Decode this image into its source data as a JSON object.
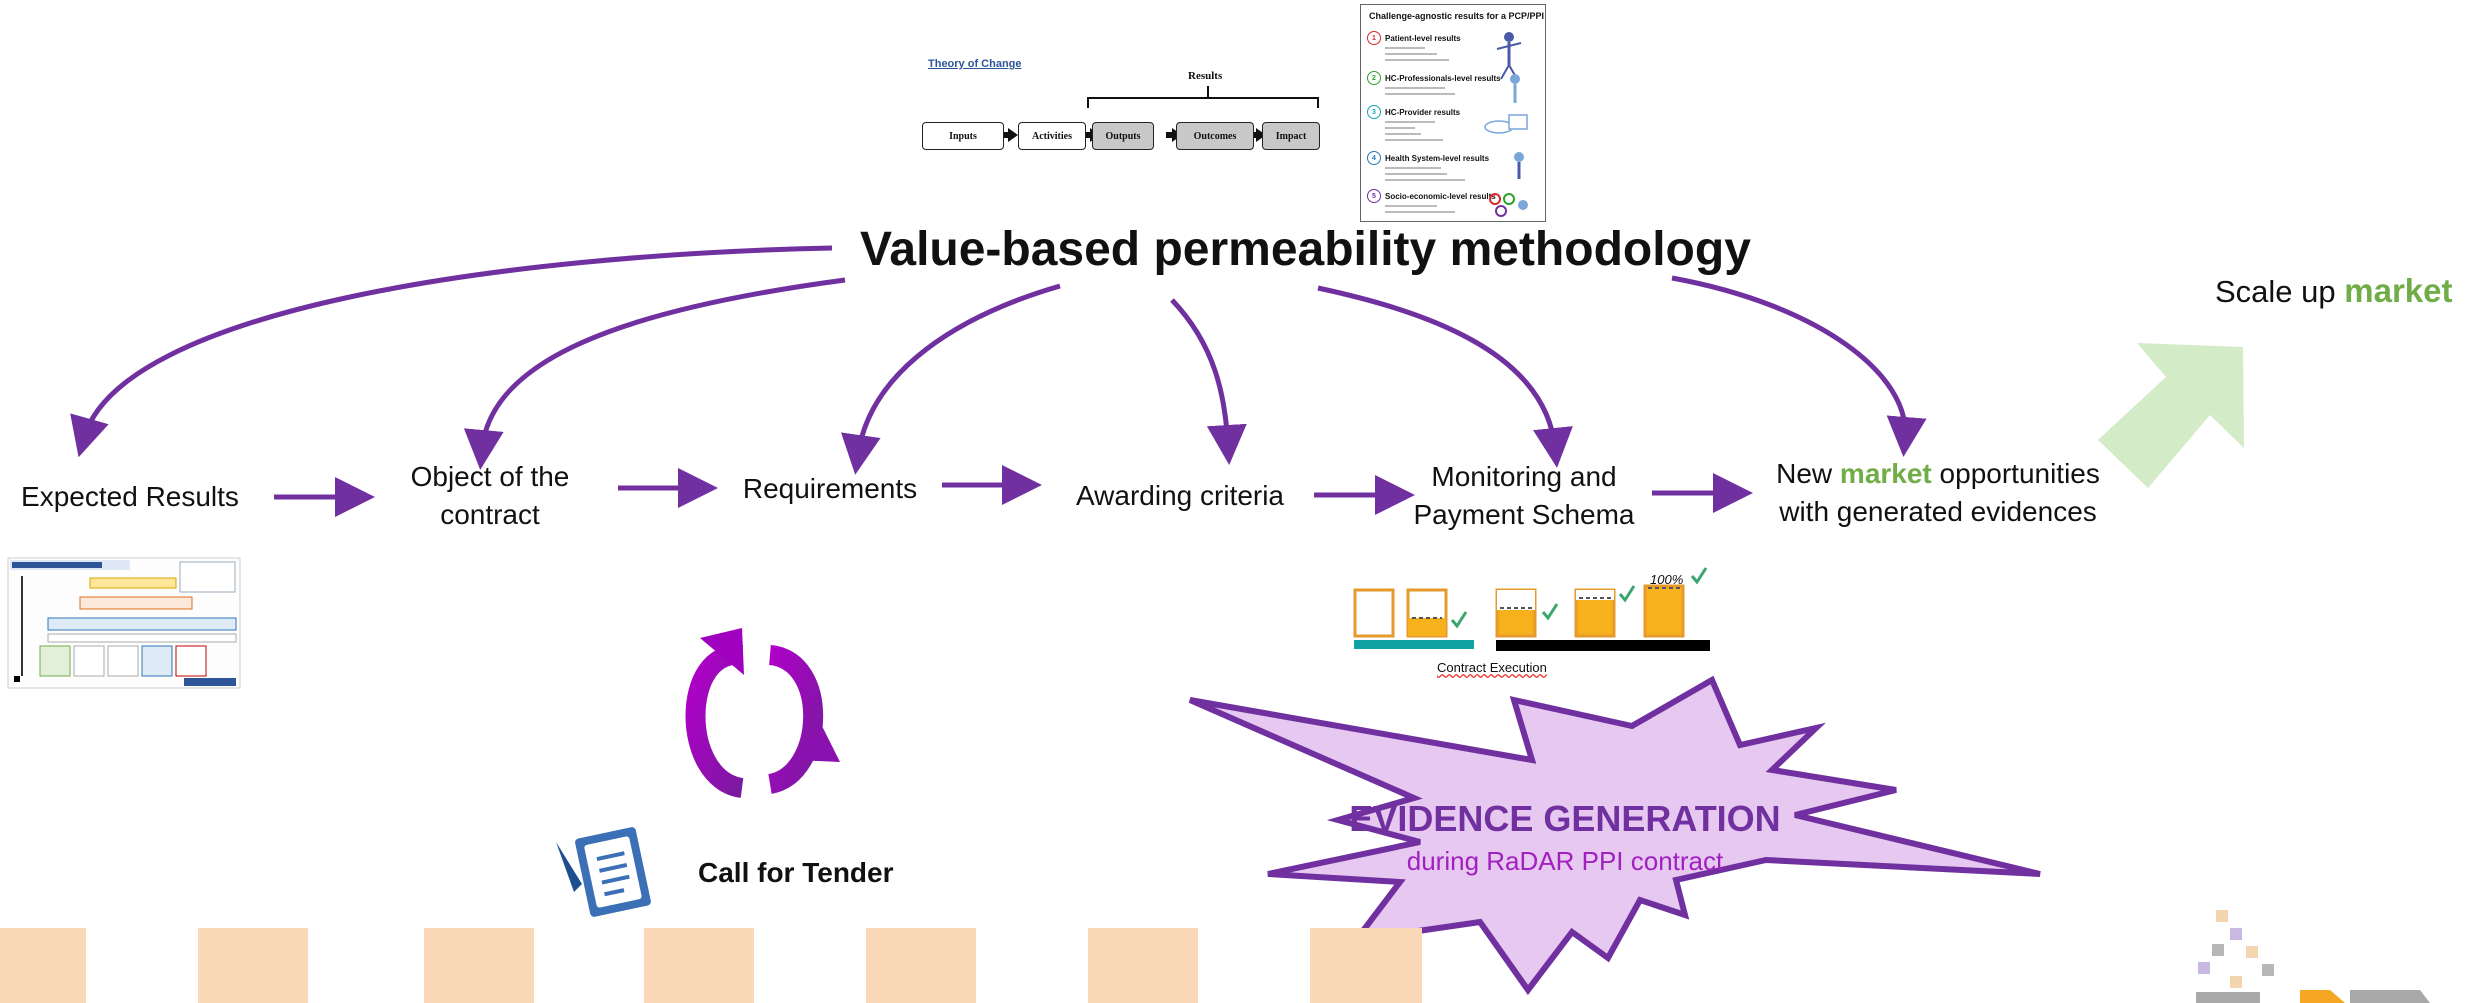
{
  "title": "Value-based permeability methodology",
  "steps": {
    "expected_results": "Expected Results",
    "object_line1": "Object of the",
    "object_line2": "contract",
    "requirements": "Requirements",
    "awarding": "Awarding criteria",
    "monitoring_line1": "Monitoring  and",
    "monitoring_line2": "Payment Schema",
    "new_market_pre": "New ",
    "new_market_accent": "market",
    "new_market_post": " opportunities",
    "new_market_line2": "with generated evidences"
  },
  "scale_up": {
    "prefix": "Scale up ",
    "accent": "market"
  },
  "call_for_tender": "Call for Tender",
  "evidence": {
    "title": "EVIDENCE  GENERATION",
    "subtitle": "during RaDAR PPI contract"
  },
  "theory_of_change": {
    "title": "Theory of Change",
    "results_label": "Results",
    "boxes": [
      "Inputs",
      "Activities",
      "Outputs",
      "Outcomes",
      "Impact"
    ]
  },
  "challenge_card": {
    "heading": "Challenge-agnostic results for a PCP/PPI",
    "items": [
      {
        "num": "1",
        "label": "Patient-level results",
        "color": "#d62728"
      },
      {
        "num": "2",
        "label": "HC-Professionals-level results",
        "color": "#2ca02c"
      },
      {
        "num": "3",
        "label": "HC-Provider results",
        "color": "#17a2b8"
      },
      {
        "num": "4",
        "label": "Health System-level results",
        "color": "#1f77b4"
      },
      {
        "num": "5",
        "label": "Socio-economic-level results",
        "color": "#7030a0"
      }
    ]
  },
  "contract_execution": {
    "label": "Contract Execution",
    "percent": "100%"
  },
  "colors": {
    "arrow": "#7030a0",
    "accent_green": "#70ad47",
    "burst_fill": "#e6c8f0",
    "stripe": "#fbd9b8"
  },
  "icons": [
    "cycle-arrows-icon",
    "tender-document-icon",
    "scale-up-arrow-icon",
    "checkmark-icon",
    "radar-logo"
  ]
}
